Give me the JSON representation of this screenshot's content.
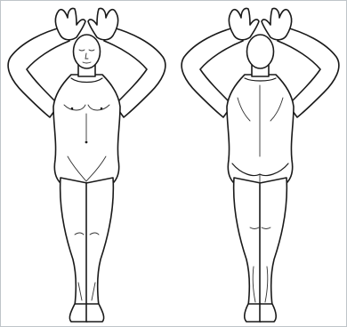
{
  "diagram": {
    "figures": [
      {
        "view": "front",
        "icon": "body-front-outline"
      },
      {
        "view": "back",
        "icon": "body-back-outline"
      }
    ],
    "colors": {
      "line": "#1a1a1a",
      "fill": "#ffffff",
      "border": "#bfc4c9"
    }
  }
}
